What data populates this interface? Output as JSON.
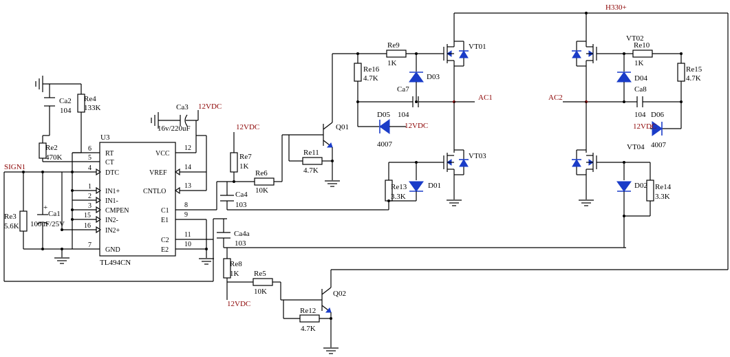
{
  "nets": {
    "h330": "H330+",
    "sign1": "SIGN1",
    "ac1": "AC1",
    "ac2": "AC2",
    "v12_ca3": "12VDC",
    "v12_re7": "12VDC",
    "v12_d05": "12VDC",
    "v12_d06": "12VDC",
    "v12_re8": "12VDC"
  },
  "ic": {
    "ref": "U3",
    "part": "TL494CN",
    "left_pins": [
      {
        "num": "6",
        "name": "RT"
      },
      {
        "num": "5",
        "name": "CT"
      },
      {
        "num": "4",
        "name": "DTC"
      },
      {
        "num": "1",
        "name": "IN1+"
      },
      {
        "num": "2",
        "name": "IN1-"
      },
      {
        "num": "3",
        "name": "CMPEN"
      },
      {
        "num": "15",
        "name": "IN2-"
      },
      {
        "num": "16",
        "name": "IN2+"
      },
      {
        "num": "7",
        "name": "GND"
      }
    ],
    "right_pins": [
      {
        "num": "12",
        "name": "VCC"
      },
      {
        "num": "14",
        "name": "VREF"
      },
      {
        "num": "13",
        "name": "CNTLO"
      },
      {
        "num": "8",
        "name": "C1"
      },
      {
        "num": "9",
        "name": "E1"
      },
      {
        "num": "11",
        "name": "C2"
      },
      {
        "num": "10",
        "name": "E2"
      }
    ]
  },
  "components": {
    "ca2": {
      "ref": "Ca2",
      "value": "104"
    },
    "re4": {
      "ref": "Re4",
      "value": "133K"
    },
    "re2": {
      "ref": "Re2",
      "value": "470K"
    },
    "ca3": {
      "ref": "Ca3",
      "value": "16v/220uF"
    },
    "re3": {
      "ref": "Re3",
      "value": "5.6K"
    },
    "ca1": {
      "ref": "Ca1",
      "value": "100uF/25V",
      "plus": "+"
    },
    "re7": {
      "ref": "Re7",
      "value": "1K"
    },
    "re6": {
      "ref": "Re6",
      "value": "10K"
    },
    "ca4": {
      "ref": "Ca4",
      "value": "103"
    },
    "ca4a": {
      "ref": "Ca4a",
      "value": "103"
    },
    "re8": {
      "ref": "Re8",
      "value": "1K"
    },
    "re5": {
      "ref": "Re5",
      "value": "10K"
    },
    "q01": {
      "ref": "Q01"
    },
    "q02": {
      "ref": "Q02"
    },
    "re11": {
      "ref": "Re11",
      "value": "4.7K"
    },
    "re12": {
      "ref": "Re12",
      "value": "4.7K"
    },
    "re9": {
      "ref": "Re9",
      "value": "1K"
    },
    "re16": {
      "ref": "Re16",
      "value": "4.7K"
    },
    "d03": {
      "ref": "D03"
    },
    "ca7": {
      "ref": "Ca7",
      "value": "104"
    },
    "d05": {
      "ref": "D05",
      "value": "4007"
    },
    "vt01": {
      "ref": "VT01"
    },
    "vt03": {
      "ref": "VT03"
    },
    "re13": {
      "ref": "Re13",
      "value": "3.3K"
    },
    "d01": {
      "ref": "D01"
    },
    "vt02": {
      "ref": "VT02"
    },
    "re10": {
      "ref": "Re10",
      "value": "1K"
    },
    "re15": {
      "ref": "Re15",
      "value": "4.7K"
    },
    "d04": {
      "ref": "D04"
    },
    "ca8": {
      "ref": "Ca8",
      "value": "104"
    },
    "d06": {
      "ref": "D06",
      "value": "4007"
    },
    "vt04": {
      "ref": "VT04"
    },
    "d02": {
      "ref": "D02"
    },
    "re14": {
      "ref": "Re14",
      "value": "3.3K"
    }
  },
  "colors": {
    "wire": "#000000",
    "device": "#1a3cc8",
    "net_label": "#8b0000"
  }
}
